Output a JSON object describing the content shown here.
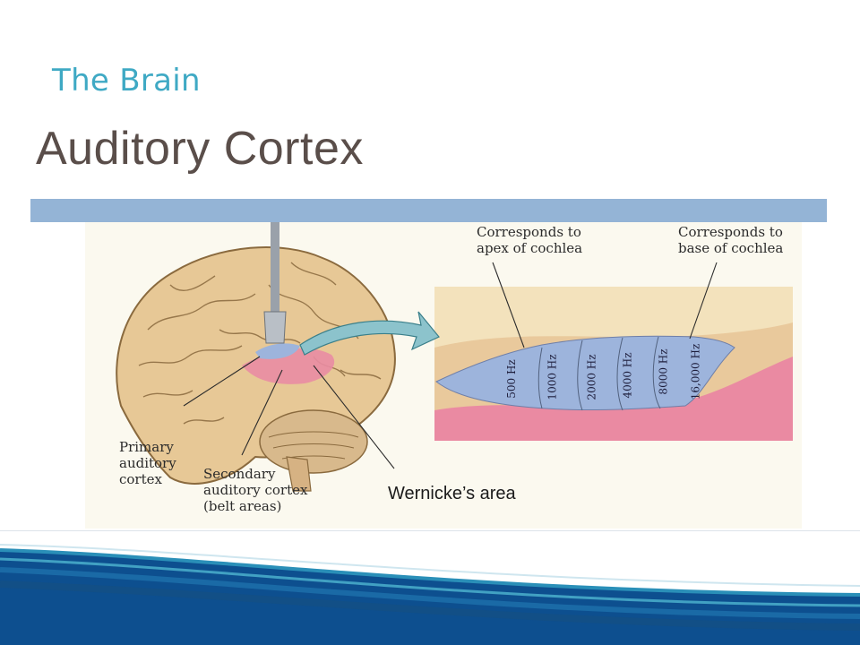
{
  "slide": {
    "subtitle": "The Brain",
    "title": "Auditory Cortex"
  },
  "labels": {
    "apex_line1": "Corresponds to",
    "apex_line2": "apex of cochlea",
    "base_line1": "Corresponds to",
    "base_line2": "base of cochlea",
    "primary_line1": "Primary",
    "primary_line2": "auditory",
    "primary_line3": "cortex",
    "secondary_line1": "Secondary",
    "secondary_line2": "auditory cortex",
    "secondary_line3": "(belt areas)",
    "wernicke": "Wernicke’s area"
  },
  "frequencies": [
    "500 Hz",
    "1000 Hz",
    "2000 Hz",
    "4000 Hz",
    "8000 Hz",
    "16,000 Hz"
  ],
  "colors": {
    "subtitle": "#3fa9c4",
    "title": "#5a4e4a",
    "band": "#94b4d6",
    "brain": "#e7c896",
    "cortex_blue": "#9db4dc",
    "wernicke_pink": "#e98ca3",
    "footer_blue": "#0d4f8f"
  }
}
